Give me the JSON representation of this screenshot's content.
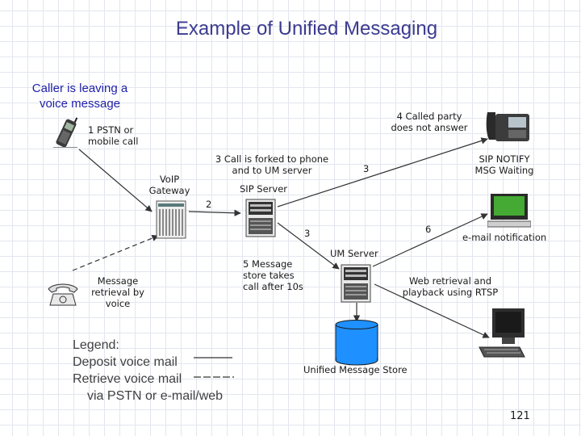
{
  "title": "Example of Unified Messaging",
  "caller_label": "Caller is leaving a\nvoice message",
  "labels": {
    "step1": "1 PSTN or\nmobile call",
    "voip_gateway": "VoIP\nGateway",
    "step2": "2",
    "step3_forked": "3 Call is forked to phone\nand to UM server",
    "step3_right": "3",
    "step3_lower": "3",
    "sip_server": "SIP Server",
    "step4": "4 Called party\ndoes not answer",
    "sip_notify": "SIP NOTIFY\nMSG Waiting",
    "step6": "6",
    "email_notification": "e-mail notification",
    "um_server": "UM Server",
    "step5": "5 Message\nstore takes\ncall after 10s",
    "msg_retrieval": "Message\nretrieval by\nvoice",
    "web_retrieval": "Web retrieval and\nplayback using RTSP",
    "unified_store": "Unified Message Store"
  },
  "legend": {
    "title": "Legend:",
    "deposit": "Deposit voice mail",
    "retrieve": "Retrieve voice mail",
    "via": "via PSTN or e-mail/web"
  },
  "page_number": "121",
  "colors": {
    "title": "#3b3b8f",
    "caller_text": "#1f1fa8",
    "store": "#1e90ff",
    "grid": "#e2e6ee"
  }
}
